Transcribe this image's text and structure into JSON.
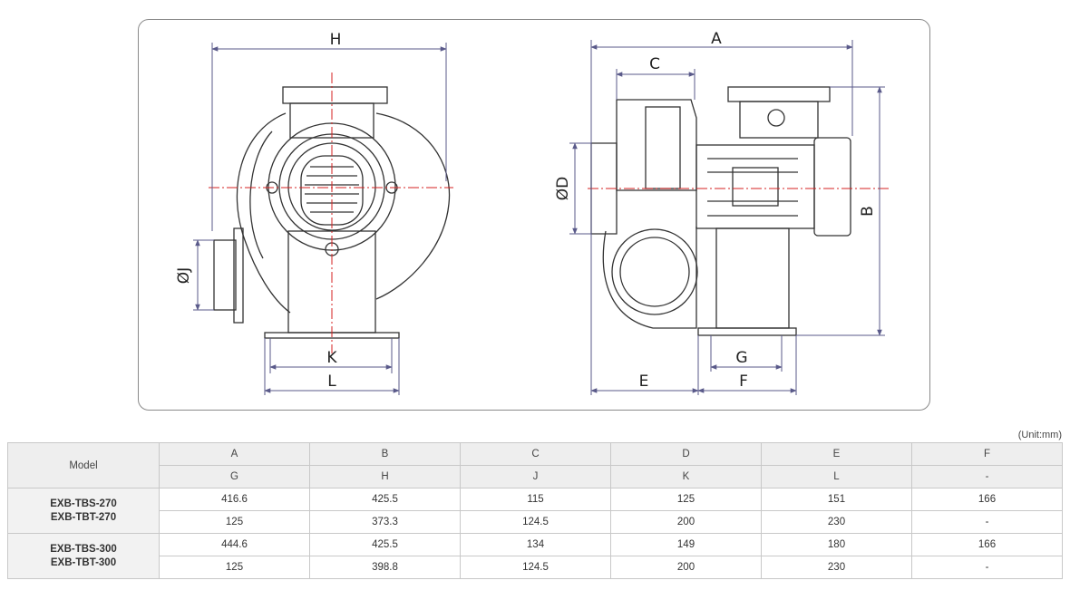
{
  "drawing": {
    "labels": {
      "H": "H",
      "K": "K",
      "L": "L",
      "J": "ØJ",
      "A": "A",
      "B": "B",
      "C": "C",
      "D": "ØD",
      "E": "E",
      "F": "F",
      "G": "G"
    },
    "colors": {
      "outline": "#333333",
      "dimension": "#5a5a8a",
      "center": "#d42020"
    }
  },
  "unit_note": "(Unit:mm)",
  "table": {
    "model_header": "Model",
    "header_row1": [
      "A",
      "B",
      "C",
      "D",
      "E",
      "F"
    ],
    "header_row2": [
      "G",
      "H",
      "J",
      "K",
      "L",
      "-"
    ],
    "models": [
      {
        "names": [
          "EXB-TBS-270",
          "EXB-TBT-270"
        ],
        "row1": [
          "416.6",
          "425.5",
          "115",
          "125",
          "151",
          "166"
        ],
        "row2": [
          "125",
          "373.3",
          "124.5",
          "200",
          "230",
          "-"
        ]
      },
      {
        "names": [
          "EXB-TBS-300",
          "EXB-TBT-300"
        ],
        "row1": [
          "444.6",
          "425.5",
          "134",
          "149",
          "180",
          "166"
        ],
        "row2": [
          "125",
          "398.8",
          "124.5",
          "200",
          "230",
          "-"
        ]
      }
    ]
  }
}
